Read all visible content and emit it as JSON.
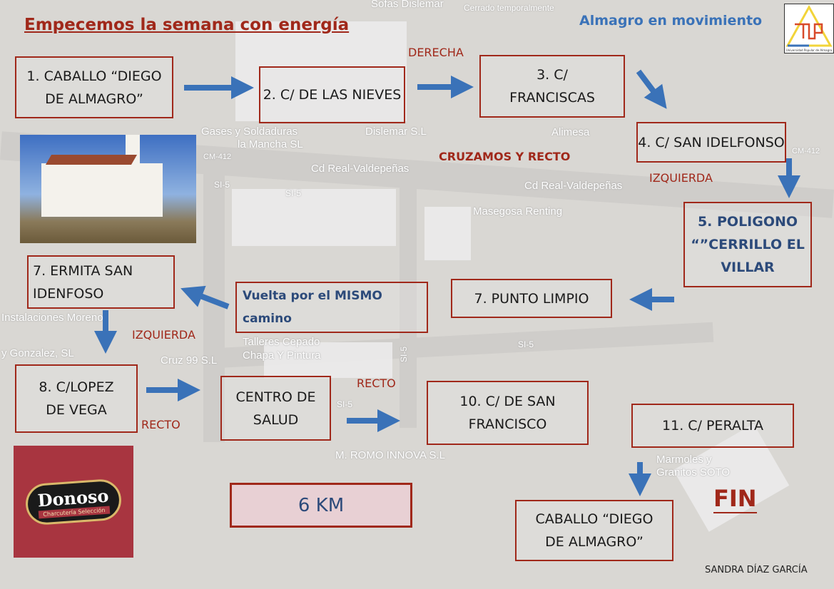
{
  "title": "Empecemos la semana con energía",
  "subtitle": "Almagro en movimiento",
  "logo": {
    "text": "Universidad Popular de Almagro",
    "colors": [
      "#f2d43a",
      "#3a72b8",
      "#d84a2a"
    ]
  },
  "map_labels": [
    "Sofas Dislemar",
    "Cerrado temporalmente",
    "Gases y Soldaduras",
    "la Mancha SL",
    "Dislemar S.L",
    "Alimesa",
    "Cd Real-Valdepeñas",
    "Cd Real-Valdepeñas",
    "Masegosa Renting",
    "Instalaciones Moreno",
    "y Gonzalez, SL",
    "Talleres Cepado",
    "Chapa Y Pintura",
    "Cruz 99 S.L",
    "M. ROMO INNOVA S.L",
    "Marmoles y",
    "Granitos SOTO",
    "SI-5",
    "SI-5",
    "SI-5",
    "SI-5",
    "SI-5",
    "CM-412",
    "CM-412"
  ],
  "steps": [
    {
      "label": "1. CABALLO “DIEGO DE ALMAGRO”"
    },
    {
      "label": "2. C/ DE LAS NIEVES"
    },
    {
      "label": "3. C/ FRANCISCAS"
    },
    {
      "label": "4. C/ SAN IDELFONSO"
    },
    {
      "label": "5. POLIGONO “”CERRILLO EL VILLAR"
    },
    {
      "label": "7. PUNTO LIMPIO"
    },
    {
      "label": "Vuelta por el MISMO camino"
    },
    {
      "label": "7. ERMITA SAN IDENFOSO"
    },
    {
      "label": "8. C/LOPEZ DE VEGA"
    },
    {
      "label": "CENTRO DE SALUD"
    },
    {
      "label": "10. C/ DE SAN FRANCISCO"
    },
    {
      "label": "11. C/ PERALTA"
    },
    {
      "label": "CABALLO “DIEGO DE ALMAGRO”"
    }
  ],
  "directions": [
    "DERECHA",
    "CRUZAMOS Y RECTO",
    "IZQUIERDA",
    "IZQUIERDA",
    "RECTO",
    "RECTO"
  ],
  "distance": "6 KM",
  "end": "FIN",
  "sponsor": {
    "name": "Donoso",
    "tagline": "Charcutería Selección",
    "color": "#a83540"
  },
  "author": "SANDRA DÍAZ GARCÍA",
  "colors": {
    "accent": "#a0281a",
    "arrow": "#3a72b8"
  }
}
